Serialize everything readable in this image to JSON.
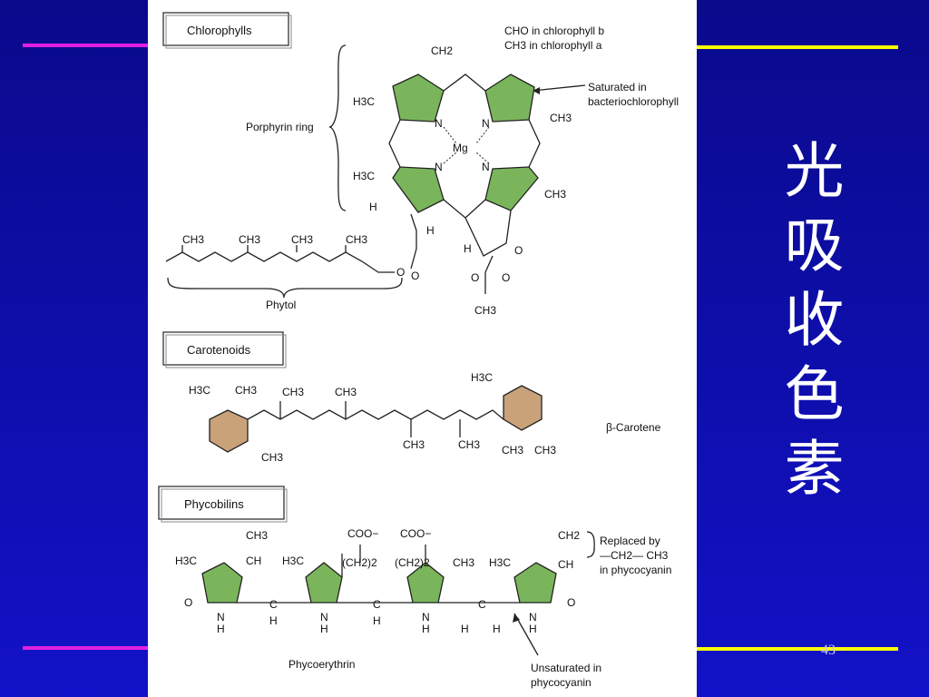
{
  "slide": {
    "title_chars": [
      "光",
      "吸",
      "收",
      "色",
      "素"
    ],
    "page_number": "43"
  },
  "figure": {
    "chlorophylls": {
      "header": "Chlorophylls",
      "cho_note_b": "CHO in chlorophyll b",
      "ch3_note_a": "CH3 in chlorophyll a",
      "saturated_note_1": "Saturated in",
      "saturated_note_2": "bacteriochlorophyll",
      "porphyrin_label": "Porphyrin ring",
      "phytol_label": "Phytol",
      "mg": "Mg",
      "n": "N",
      "ch2": "CH2",
      "ch3": "CH3",
      "h3c": "H3C",
      "h": "H",
      "o": "O"
    },
    "carotenoids": {
      "header": "Carotenoids",
      "compound": "β-Carotene"
    },
    "phycobilins": {
      "header": "Phycobilins",
      "coo": "COO−",
      "ch2_2": "(CH2)2",
      "ch": "CH",
      "replaced_1": "Replaced by",
      "replaced_2": "—CH2— CH3",
      "replaced_3": "in phycocyanin",
      "compound": "Phycoerythrin",
      "unsat_1": "Unsaturated in",
      "unsat_2": "phycocyanin",
      "nh": "N",
      "c": "C"
    }
  }
}
